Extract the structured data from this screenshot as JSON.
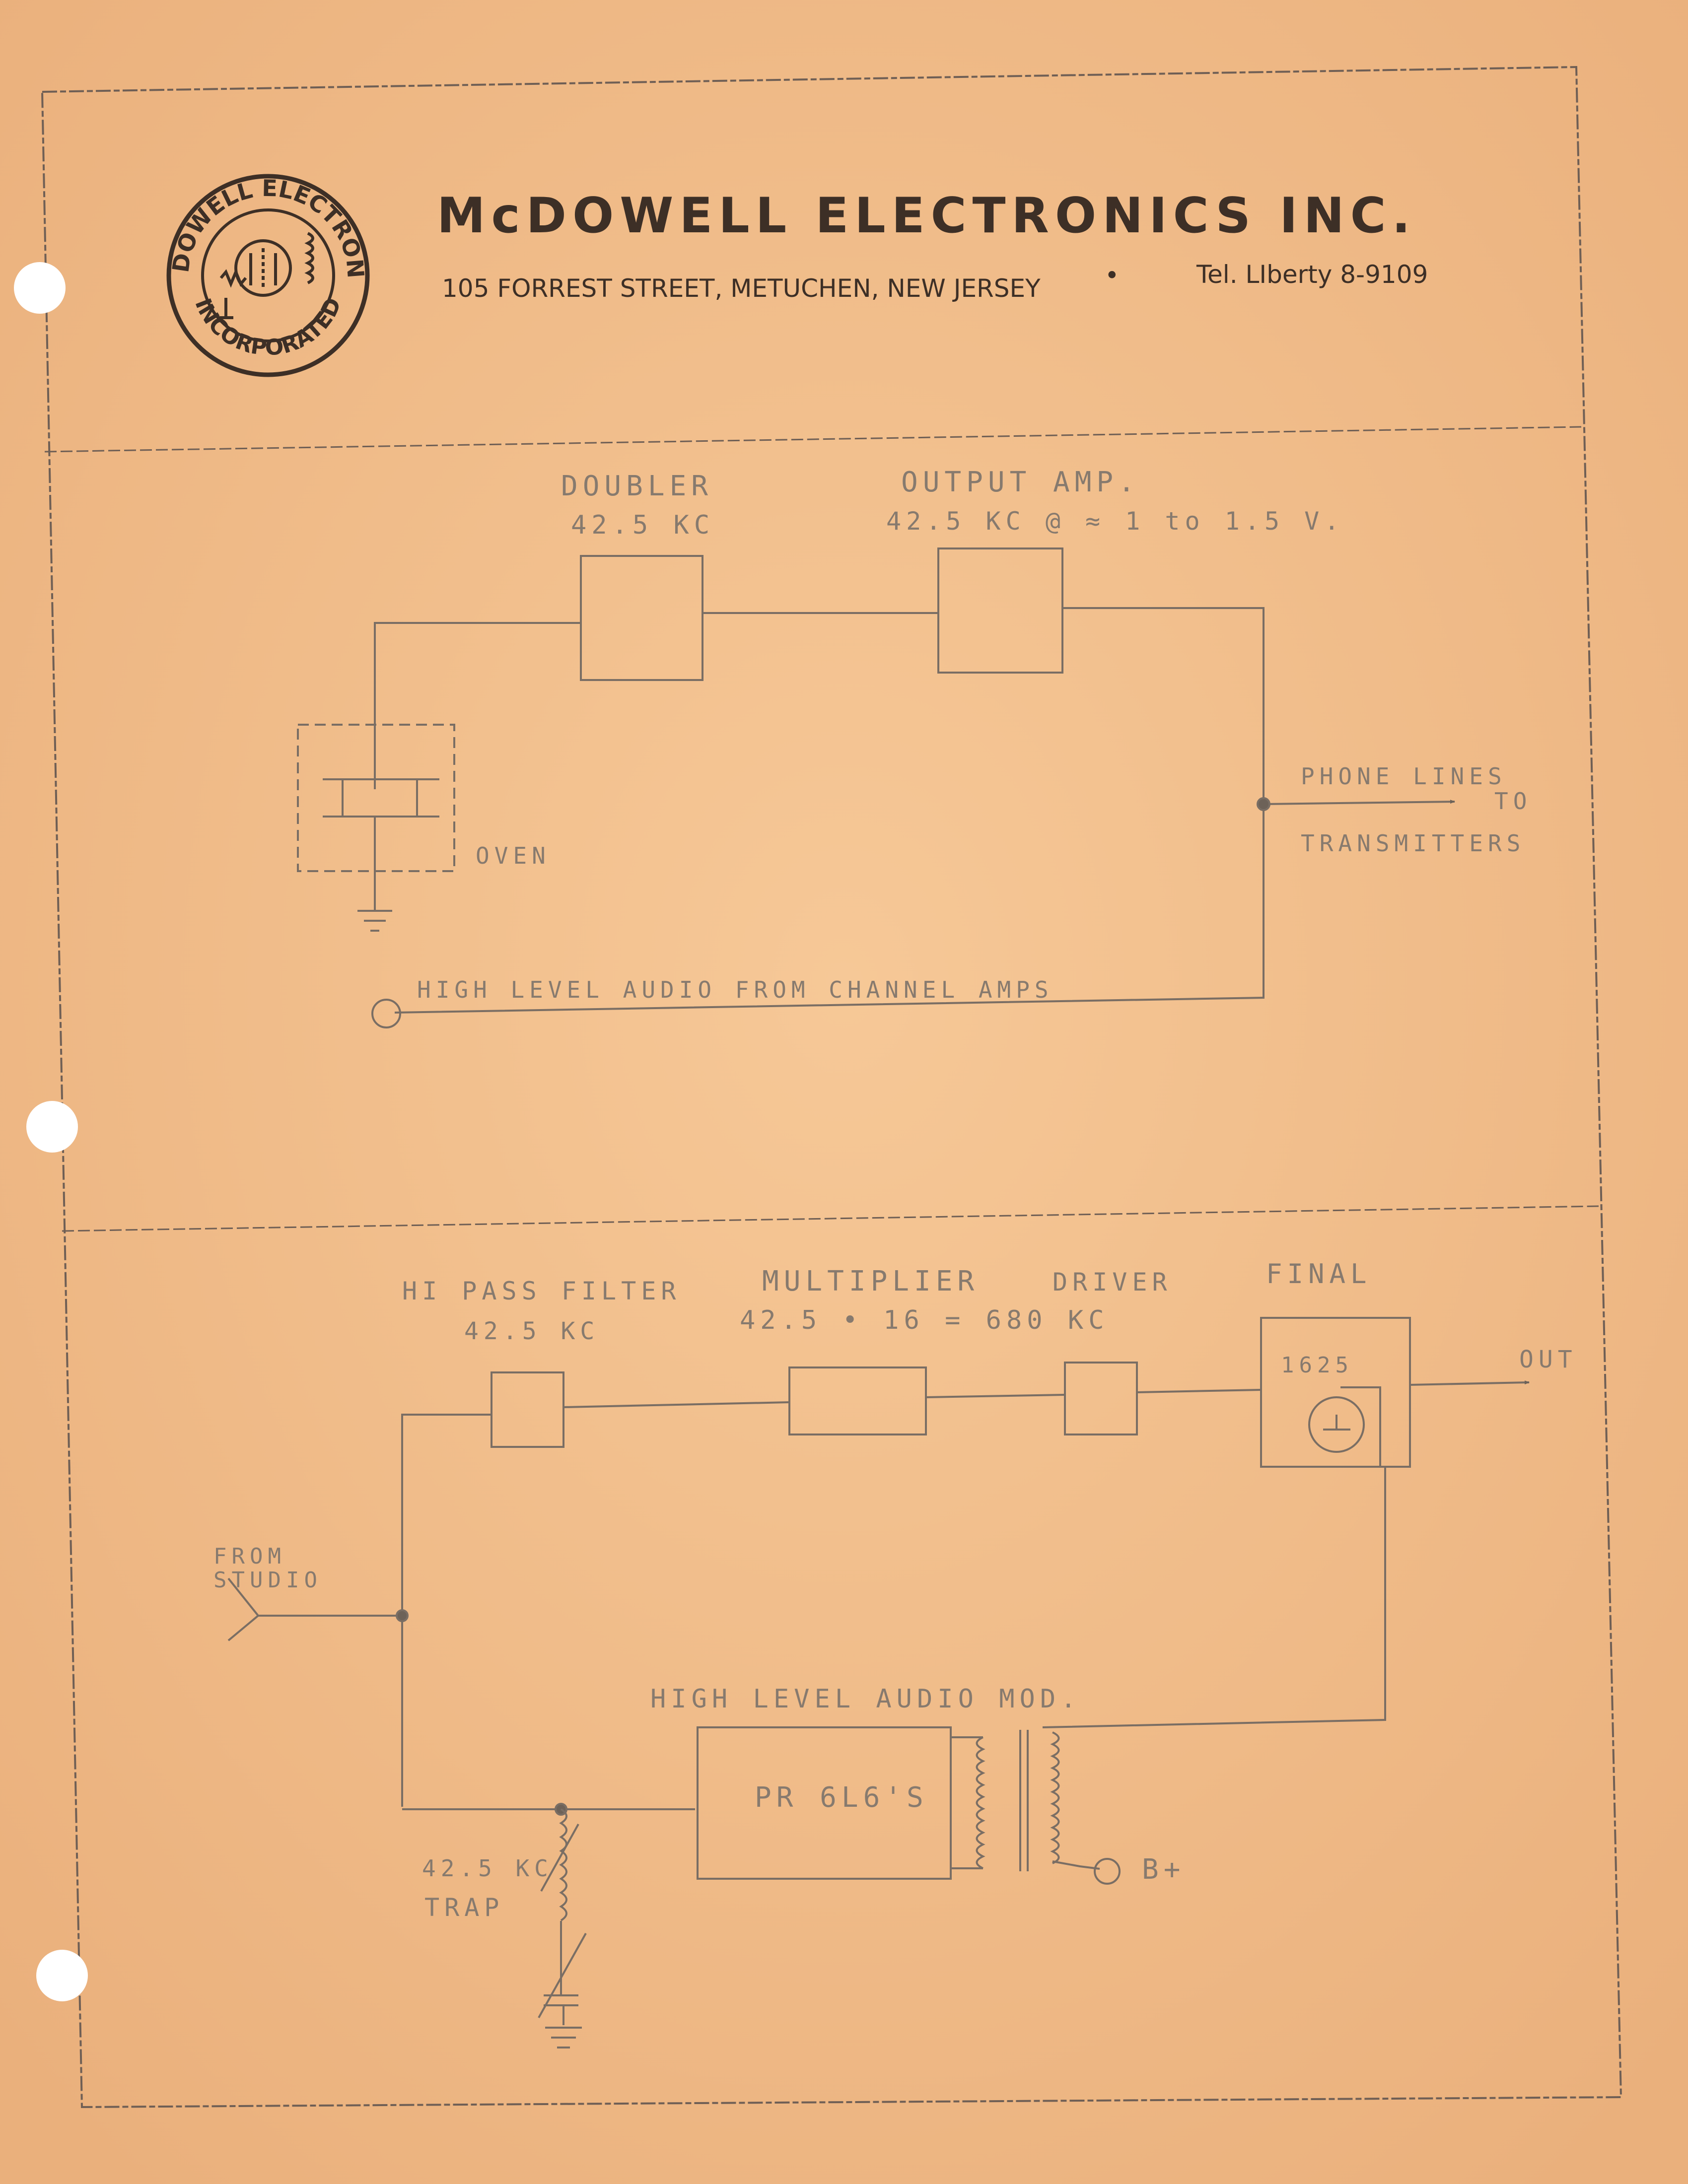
{
  "colors": {
    "paper": "#f2bd8a",
    "paper_edge": "#e9a874",
    "ink": "#3d2f26",
    "pencil": "#7a6e64",
    "hole": "#ffffff"
  },
  "letterhead": {
    "seal_text_top": "MC DOWELL ELECTRONICS",
    "seal_text_bottom": "INCORPORATED",
    "company": "McDOWELL ELECTRONICS INC.",
    "address": "105 FORREST STREET, METUCHEN, NEW JERSEY",
    "bullet": "•",
    "telephone": "Tel. LIberty 8-9109"
  },
  "diagram_top": {
    "doubler_label": "DOUBLER",
    "doubler_freq": "42.5 KC",
    "output_amp_label": "OUTPUT AMP.",
    "output_amp_spec": "42.5 KC @ ≈ 1 to 1.5 V.",
    "oven_label": "OVEN",
    "phone_lines": "PHONE LINES",
    "to": "TO",
    "transmitters": "TRANSMITTERS",
    "audio_input": "HIGH LEVEL AUDIO FROM CHANNEL AMPS"
  },
  "diagram_bottom": {
    "hipass_label": "HI PASS FILTER",
    "hipass_freq": "42.5 KC",
    "multiplier_label": "MULTIPLIER",
    "multiplier_spec": "42.5 • 16 = 680 KC",
    "driver_label": "DRIVER",
    "final_label": "FINAL",
    "final_tube": "1625",
    "out_label": "OUT",
    "from": "FROM",
    "studio": "STUDIO",
    "modulator_title": "HIGH LEVEL AUDIO MOD.",
    "modulator_tubes": "PR 6L6'S",
    "bplus": "B+",
    "trap_freq": "42.5 KC",
    "trap_label": "TRAP"
  }
}
